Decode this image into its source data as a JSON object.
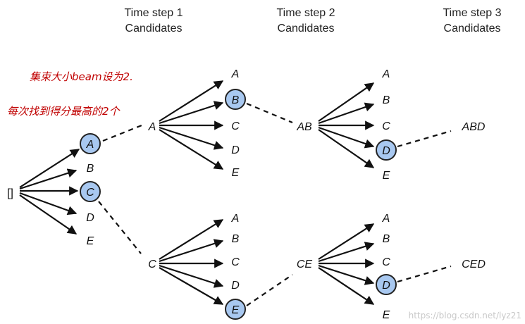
{
  "headers": [
    {
      "line1": "Time step 1",
      "line2": "Candidates"
    },
    {
      "line1": "Time step 2",
      "line2": "Candidates"
    },
    {
      "line1": "Time step 3",
      "line2": "Candidates"
    }
  ],
  "annotation": {
    "line1": "集束大小beam设为2.",
    "line2": "每次找到得分最高的2个"
  },
  "root": "[]",
  "step1_candidates": [
    "A",
    "B",
    "C",
    "D",
    "E"
  ],
  "step1_selected": [
    "A",
    "C"
  ],
  "prefixes": [
    "A",
    "C"
  ],
  "step2_upper": [
    "A",
    "B",
    "C",
    "D",
    "E"
  ],
  "step2_upper_selected": "B",
  "step2_lower": [
    "A",
    "B",
    "C",
    "D",
    "E"
  ],
  "step2_lower_selected": "E",
  "step2_results": [
    "AB",
    "CE"
  ],
  "step3_upper": [
    "A",
    "B",
    "C",
    "D",
    "E"
  ],
  "step3_upper_selected": "D",
  "step3_lower": [
    "A",
    "B",
    "C",
    "D",
    "E"
  ],
  "step3_lower_selected": "D",
  "step3_results": [
    "ABD",
    "CED"
  ],
  "watermark": "https://blog.csdn.net/lyz21"
}
